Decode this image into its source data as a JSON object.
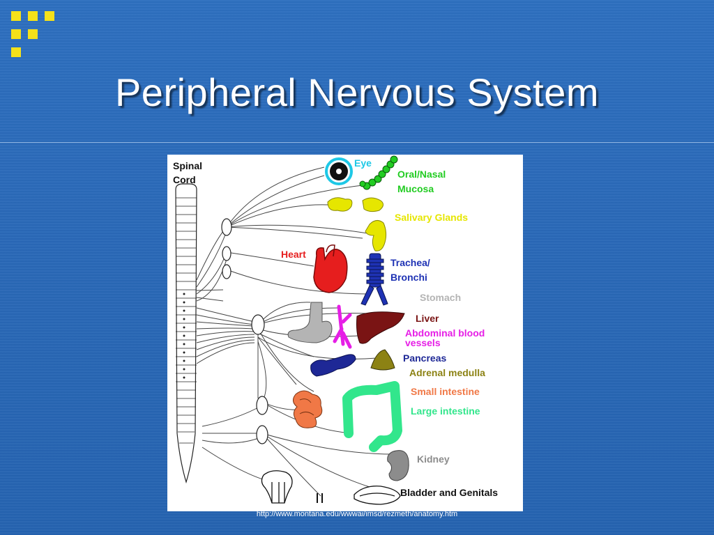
{
  "slide": {
    "title": "Peripheral Nervous System",
    "caption": "http://www.montana.edu/wwwai/imsd/rezmeth/anatomy.htm"
  },
  "diagram": {
    "labels": {
      "spinal_cord_1": "Spinal",
      "spinal_cord_2": "Cord",
      "eye": "Eye",
      "oral_nasal_1": "Oral/Nasal",
      "oral_nasal_2": "Mucosa",
      "salivary": "Salivary Glands",
      "heart": "Heart",
      "trachea_1": "Trachea/",
      "trachea_2": "Bronchi",
      "stomach": "Stomach",
      "liver": "Liver",
      "abdominal_1": "Abdominal blood",
      "abdominal_2": "vessels",
      "pancreas": "Pancreas",
      "adrenal": "Adrenal medulla",
      "small_intestine": "Small intestine",
      "large_intestine": "Large intestine",
      "kidney": "Kidney",
      "bladder": "Bladder and Genitals"
    },
    "colors": {
      "eye": "#1ec8e6",
      "oral_nasal": "#22cc22",
      "salivary": "#e6e600",
      "heart": "#e61e1e",
      "trachea": "#1e32b4",
      "stomach": "#b4b4b4",
      "liver": "#7a1414",
      "abdominal": "#e61ee6",
      "pancreas": "#1e2896",
      "adrenal": "#8c8214",
      "small_intestine": "#f07846",
      "large_intestine": "#32e68c",
      "kidney": "#8c8c8c",
      "bladder": "#111111"
    }
  }
}
